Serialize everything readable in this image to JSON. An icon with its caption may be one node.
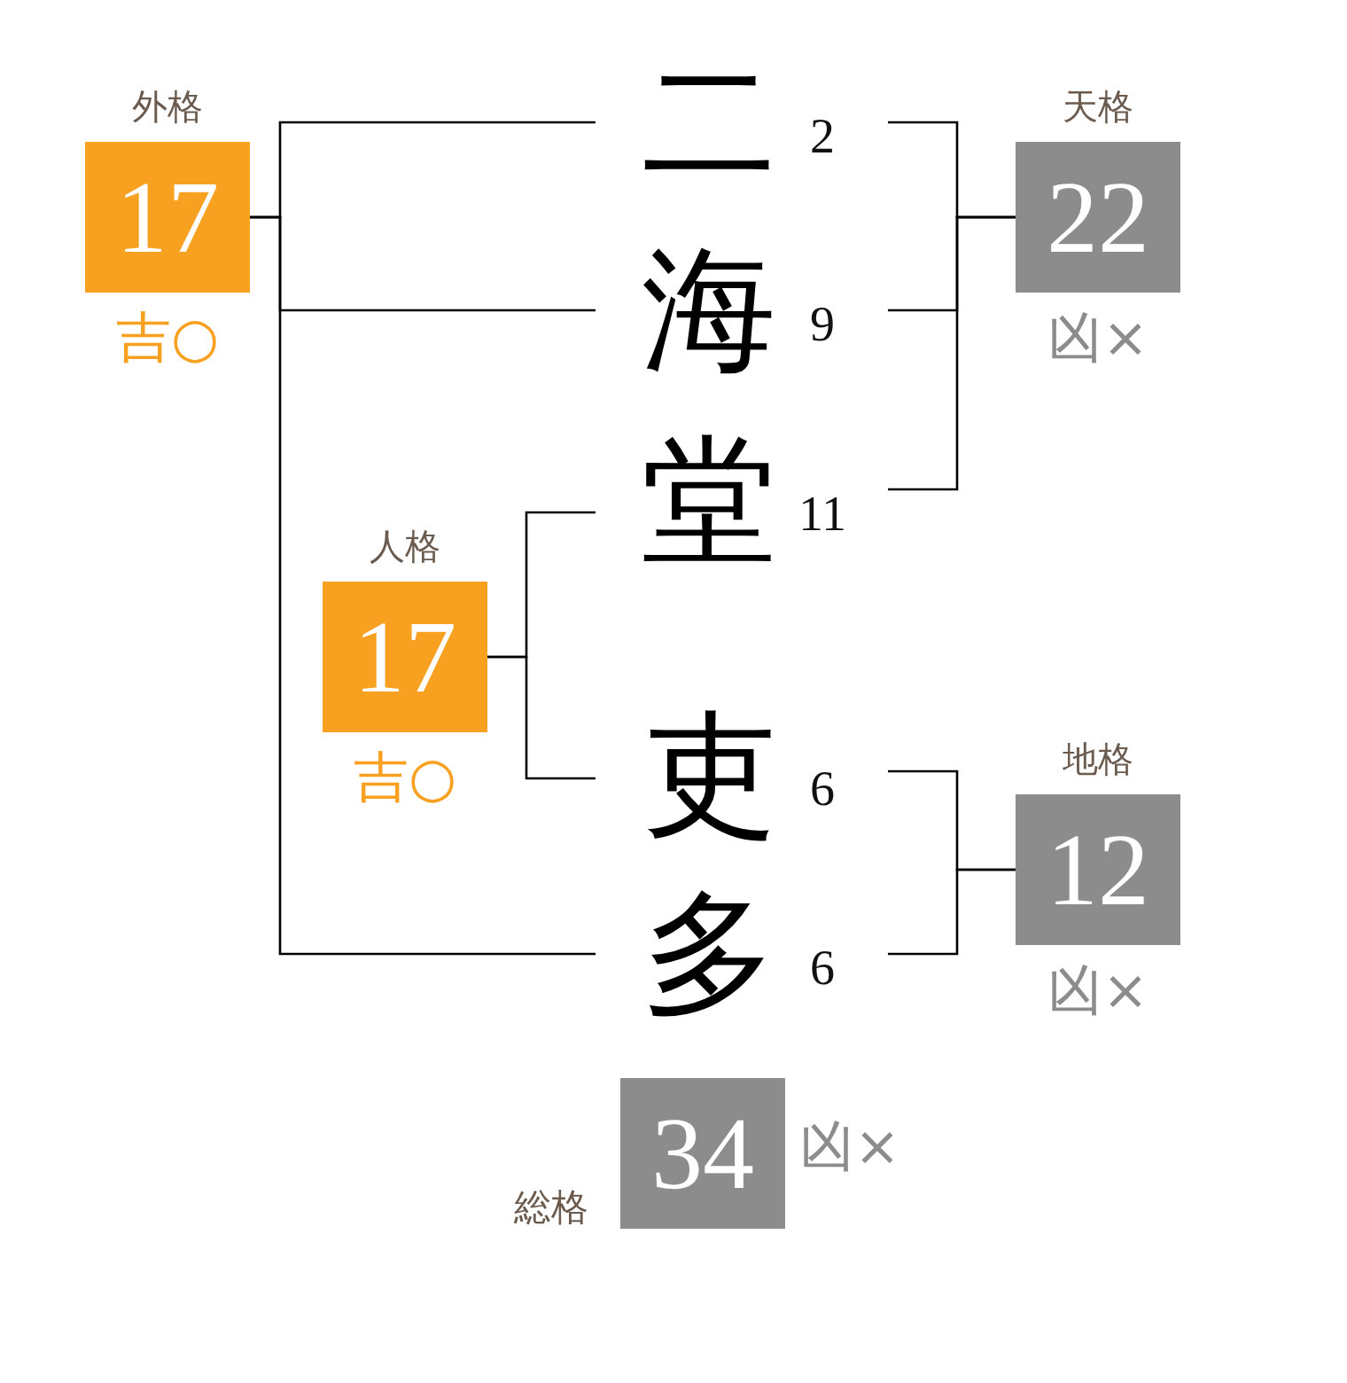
{
  "diagram": {
    "nodes": [
      {
        "text": [
          "外格",
          "17"
        ],
        "beside": [
          "吉○"
        ]
      },
      {
        "text": [
          "二"
        ],
        "beside": [
          "2"
        ]
      },
      {
        "text": [
          "天格",
          "22"
        ],
        "beside": [
          "凶×"
        ]
      },
      {
        "text": [
          "海"
        ],
        "beside": [
          "9"
        ]
      },
      {
        "text": [
          "堂"
        ],
        "beside": [
          "11"
        ]
      },
      {
        "text": [
          "人格",
          "17"
        ],
        "beside": [
          "吉○"
        ]
      },
      {
        "text": [
          "吏"
        ],
        "beside": [
          "6"
        ]
      },
      {
        "text": [
          "地格",
          "12"
        ],
        "beside": [
          "凶×"
        ]
      },
      {
        "text": [
          "多"
        ],
        "beside": [
          "6"
        ]
      },
      {
        "text": [
          "総格",
          "34"
        ],
        "beside": [
          "凶×"
        ]
      }
    ],
    "edges": [
      {
        "from": 0,
        "to": 1,
        "arrow": "none"
      },
      {
        "from": 0,
        "to": 3,
        "arrow": "none"
      },
      {
        "from": 0,
        "to": 8,
        "arrow": "none"
      },
      {
        "from": 2,
        "to": 1,
        "arrow": "none"
      },
      {
        "from": 2,
        "to": 3,
        "arrow": "none"
      },
      {
        "from": 2,
        "to": 4,
        "arrow": "none"
      },
      {
        "from": 5,
        "to": 4,
        "arrow": "none"
      },
      {
        "from": 5,
        "to": 6,
        "arrow": "none"
      },
      {
        "from": 7,
        "to": 6,
        "arrow": "none"
      },
      {
        "from": 7,
        "to": 8,
        "arrow": "none"
      }
    ]
  }
}
